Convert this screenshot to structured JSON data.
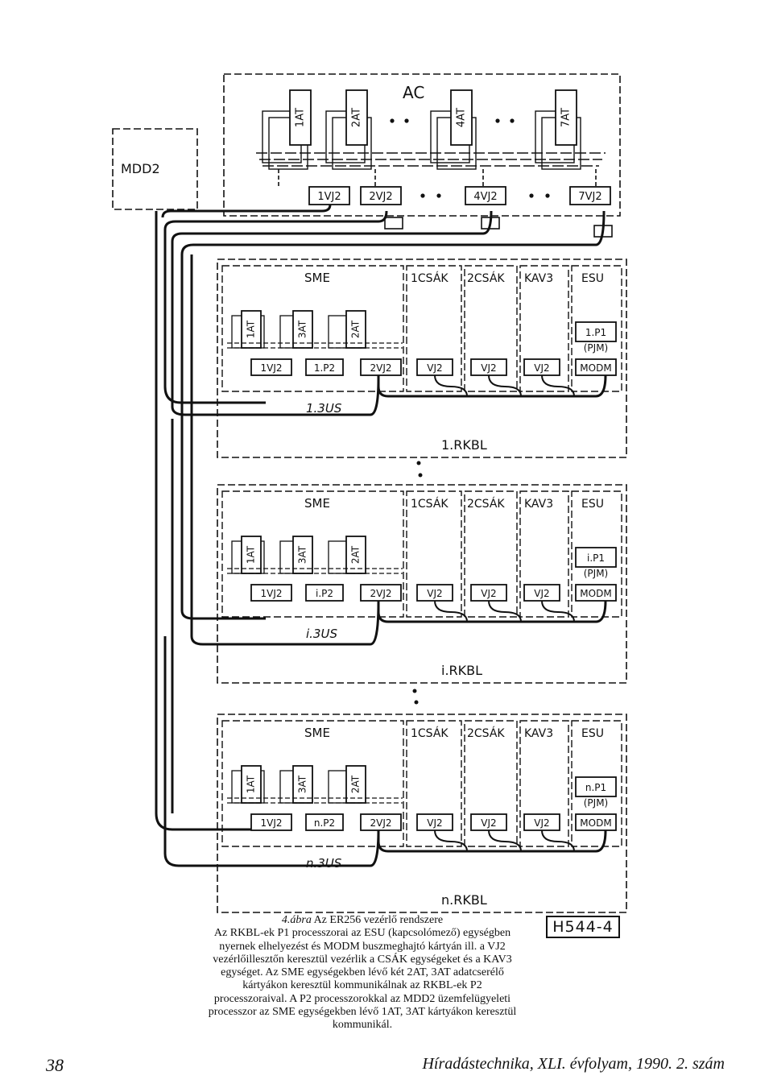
{
  "diagram": {
    "mdd2_label": "MDD2",
    "ac": {
      "title": "AC",
      "cards": [
        "1AT",
        "2AT",
        "4AT",
        "7AT"
      ],
      "controllers": [
        "1VJ2",
        "2VJ2",
        "4VJ2",
        "7VJ2"
      ]
    },
    "rkbl_units": [
      {
        "name": "1.RKBL",
        "sme_label": "SME",
        "sections": [
          "1CSÁK",
          "2CSÁK",
          "KAV3",
          "ESU"
        ],
        "cards": [
          "1AT",
          "3AT",
          "2AT"
        ],
        "modules": [
          "1VJ2",
          "1.P2",
          "2VJ2",
          "VJ2",
          "VJ2",
          "VJ2"
        ],
        "p1_label": "1.P1",
        "p1_sub": "(PJM)",
        "modem_label": "MODM",
        "bus_label": "1.3US"
      },
      {
        "name": "i.RKBL",
        "sme_label": "SME",
        "sections": [
          "1CSÁK",
          "2CSÁK",
          "KAV3",
          "ESU"
        ],
        "cards": [
          "1AT",
          "3AT",
          "2AT"
        ],
        "modules": [
          "1VJ2",
          "i.P2",
          "2VJ2",
          "VJ2",
          "VJ2",
          "VJ2"
        ],
        "p1_label": "i.P1",
        "p1_sub": "(PJM)",
        "modem_label": "MODM",
        "bus_label": "i.3US"
      },
      {
        "name": "n.RKBL",
        "sme_label": "SME",
        "sections": [
          "1CSÁK",
          "2CSÁK",
          "KAV3",
          "ESU"
        ],
        "cards": [
          "1AT",
          "3AT",
          "2AT"
        ],
        "modules": [
          "1VJ2",
          "n.P2",
          "2VJ2",
          "VJ2",
          "VJ2",
          "VJ2"
        ],
        "p1_label": "n.P1",
        "p1_sub": "(PJM)",
        "modem_label": "MODM",
        "bus_label": "n.3US"
      }
    ]
  },
  "caption": {
    "title_italic": "4.ábra",
    "title_rest": " Az ER256 vezérlő rendszere",
    "text": "Az RKBL-ek P1 processzorai az ESU (kapcsolómező) egységben nyernek elhelyezést és MODM buszmeghajtó kártyán ill. a VJ2 vezérlőillesztőn keresztül vezérlik a CSÁK egységeket és a KAV3 egységet. Az SME egységekben lévő két 2AT, 3AT adatcserélő kártyákon keresztül kommunikálnak az RKBL-ek P2 processzoraival. A P2 processzorokkal az MDD2 üzemfelügyeleti processzor az SME egységekben lévő 1AT, 3AT kártyákon keresztül kommunikál."
  },
  "stamp": "H544-4",
  "footer": {
    "page_number": "38",
    "journal": "Híradástechnika, XLI. évfolyam, 1990. 2. szám"
  }
}
